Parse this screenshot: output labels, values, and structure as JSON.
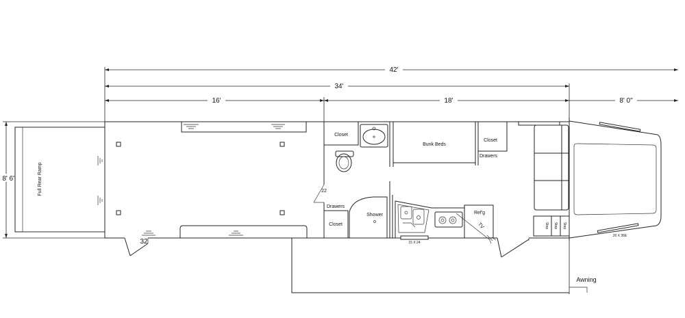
{
  "dimensions": {
    "overall_length": "42'",
    "living_length": "34'",
    "garage_length": "16'",
    "living_quarters": "18'",
    "gooseneck": "8' 0\"",
    "width": "8' 6\""
  },
  "labels": {
    "ramp": "Full Rear Ramp",
    "closet_top": "Closet",
    "bunk_beds": "Bunk Beds",
    "closet_right": "Closet",
    "drawers_right": "Drawers",
    "drawers_left": "Drawers",
    "closet_bottom": "Closet",
    "shower": "Shower",
    "refrigerator": "Ref'g",
    "tv": "TV",
    "window_sink": "15 X 24",
    "window_nose": "20 X 36E",
    "step1": "Step",
    "step2": "Step",
    "step3": "Step",
    "awning": "Awning",
    "door_left": "32",
    "door_mid": "22"
  }
}
